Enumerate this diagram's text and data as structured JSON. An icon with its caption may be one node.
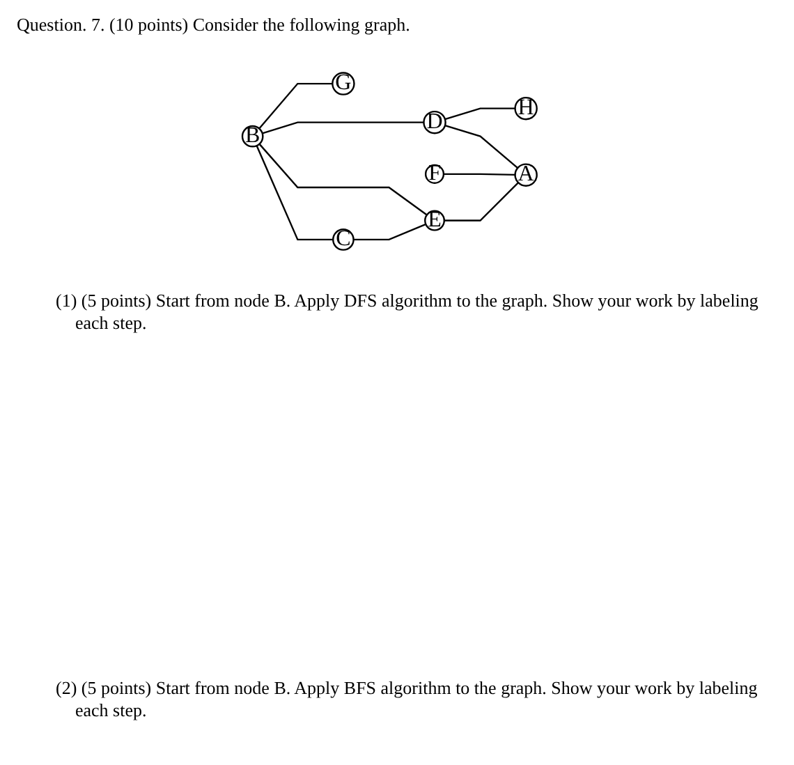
{
  "diagram": {
    "title": "Question. 7. (10 points) Consider the following graph.",
    "nodes": [
      {
        "text": [
          "G"
        ]
      },
      {
        "text": [
          "D"
        ]
      },
      {
        "text": [
          "H"
        ]
      },
      {
        "text": [
          "B"
        ]
      },
      {
        "text": [
          "F"
        ]
      },
      {
        "text": [
          "A"
        ]
      },
      {
        "text": [
          "C"
        ]
      },
      {
        "text": [
          "E"
        ]
      }
    ],
    "edges": [
      {
        "from": 3,
        "to": 0,
        "arrow": "none"
      },
      {
        "from": 3,
        "to": 1,
        "arrow": "none"
      },
      {
        "from": 1,
        "to": 2,
        "arrow": "none"
      },
      {
        "from": 1,
        "to": 5,
        "arrow": "none"
      },
      {
        "from": 4,
        "to": 5,
        "arrow": "none"
      },
      {
        "from": 3,
        "to": 6,
        "arrow": "none"
      },
      {
        "from": 3,
        "to": 7,
        "arrow": "none"
      },
      {
        "from": 6,
        "to": 7,
        "arrow": "none"
      },
      {
        "from": 7,
        "to": 5,
        "arrow": "none"
      }
    ],
    "labels": [
      "(1) (5 points) Start from node B. Apply DFS algorithm to the graph. Show your work by labeling each step.",
      "(2) (5 points) Start from node B. Apply BFS algorithm to the graph. Show your work by labeling each step."
    ]
  }
}
